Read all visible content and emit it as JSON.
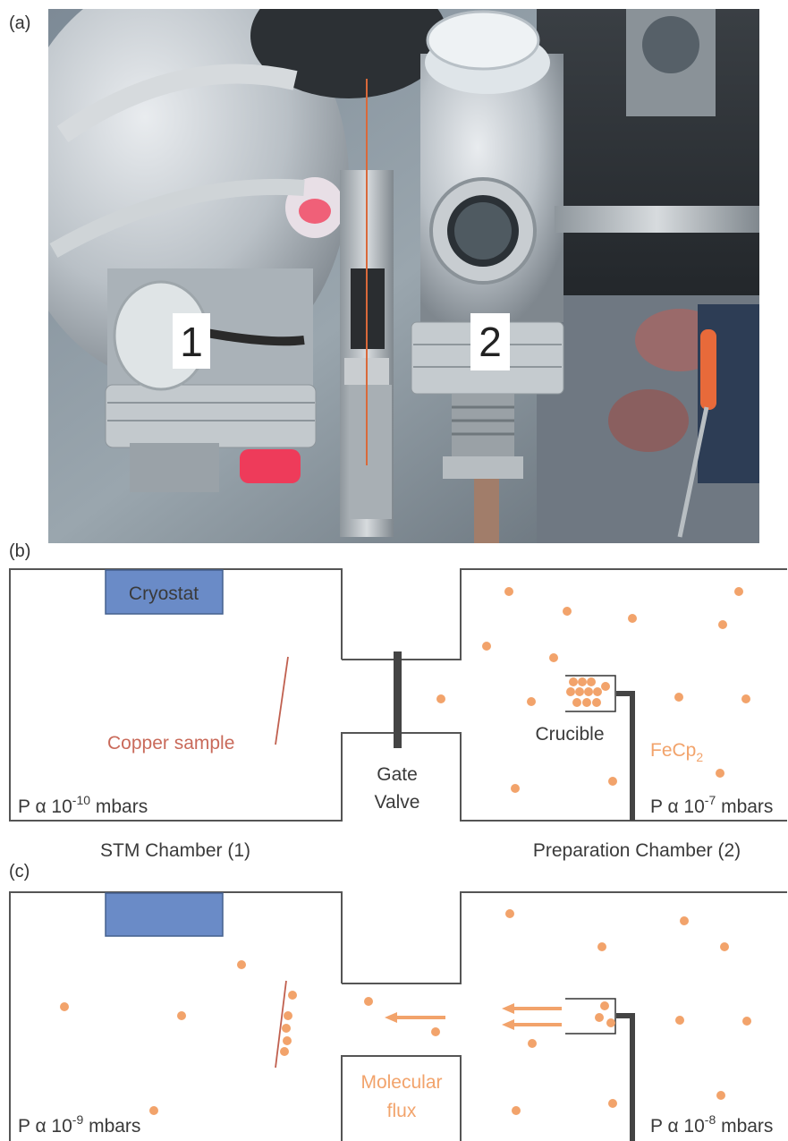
{
  "panels": {
    "a": {
      "label": "(a)",
      "marker_1": "1",
      "marker_2": "2"
    },
    "b": {
      "label": "(b)",
      "cryostat": "Cryostat",
      "sample": "Copper sample",
      "gate_line1": "Gate",
      "gate_line2": "Valve",
      "crucible": "Crucible",
      "molecule_base": "FeCp",
      "molecule_sub": "2",
      "p_left_base": "P α 10",
      "p_left_exp": "-10",
      "p_left_unit": " mbars",
      "p_right_base": "P α 10",
      "p_right_exp": "-7",
      "p_right_unit": " mbars",
      "chamber_left": "STM Chamber (1)",
      "chamber_right": "Preparation Chamber (2)"
    },
    "c": {
      "label": "(c)",
      "flux_line1": "Molecular",
      "flux_line2": "flux",
      "p_left_base": "P α 10",
      "p_left_exp": "-9",
      "p_left_unit": " mbars",
      "p_right_base": "P α 10",
      "p_right_exp": "-8",
      "p_right_unit": " mbars"
    }
  },
  "colors": {
    "cryostat": "#6a8bc7",
    "molecule": "#f2a36b",
    "sample_line": "#c0604f",
    "wall": "#555555",
    "crucible_stand": "#444444"
  }
}
